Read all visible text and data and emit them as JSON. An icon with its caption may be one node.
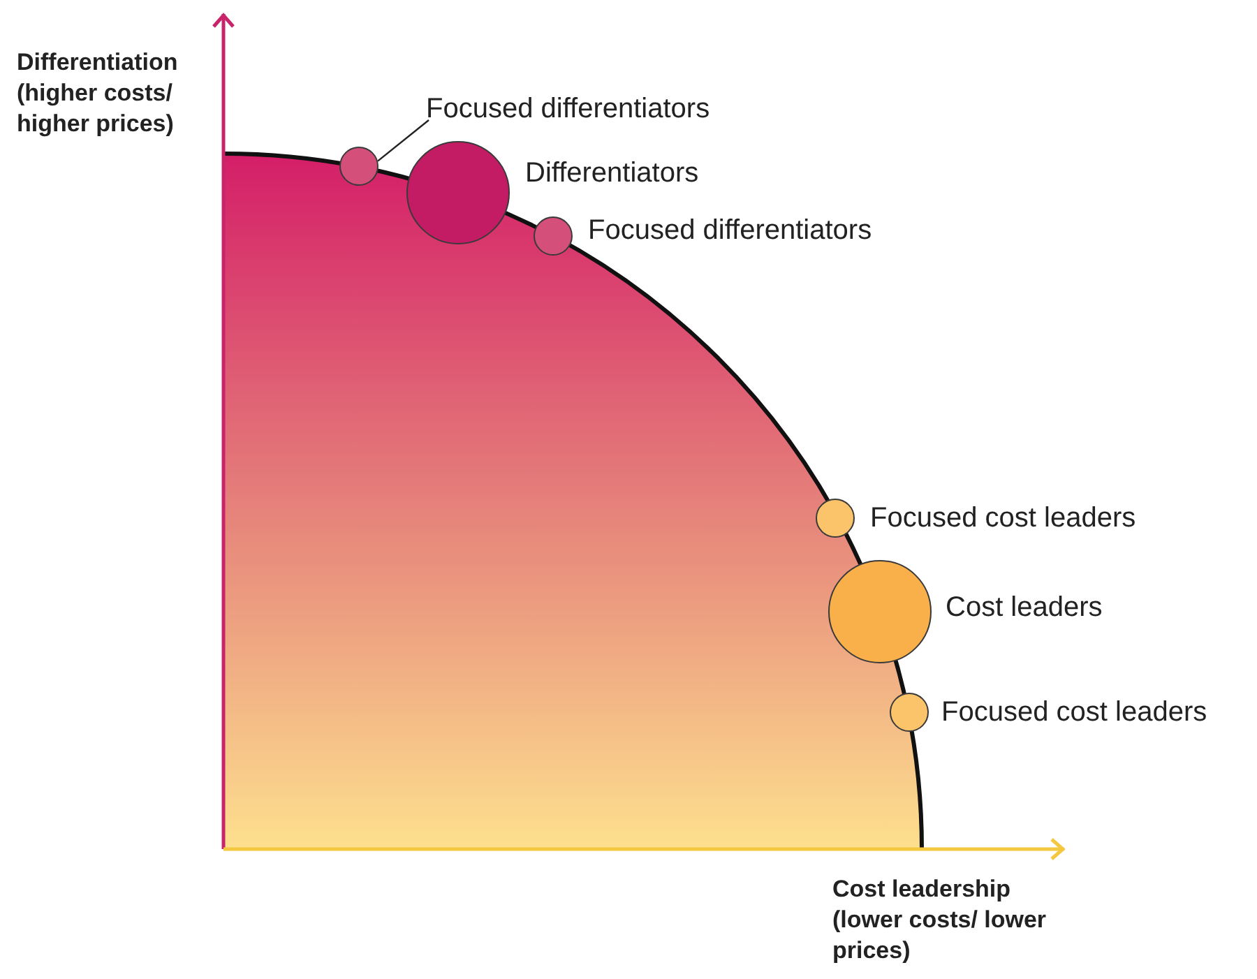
{
  "diagram": {
    "nodes": [
      {
        "text": [
          "Focused differentiators"
        ]
      },
      {
        "text": [],
        "shape": "circle"
      },
      {
        "text": [],
        "shape": "circle",
        "beside": [
          "Differentiators"
        ]
      },
      {
        "text": [],
        "shape": "circle",
        "beside": [
          "Focused differentiators"
        ]
      },
      {
        "text": [],
        "shape": "circle",
        "beside": [
          "Focused cost leaders"
        ]
      },
      {
        "text": [],
        "shape": "circle",
        "beside": [
          "Cost leaders"
        ]
      },
      {
        "text": [],
        "shape": "circle",
        "beside": [
          "Focused cost leaders"
        ]
      }
    ],
    "edges": [
      {
        "from": 0,
        "to": 1,
        "arrow": "none"
      }
    ],
    "labels": [
      "Differentiation (higher costs/ higher prices)",
      "Cost leadership (lower costs/ lower prices)"
    ]
  }
}
